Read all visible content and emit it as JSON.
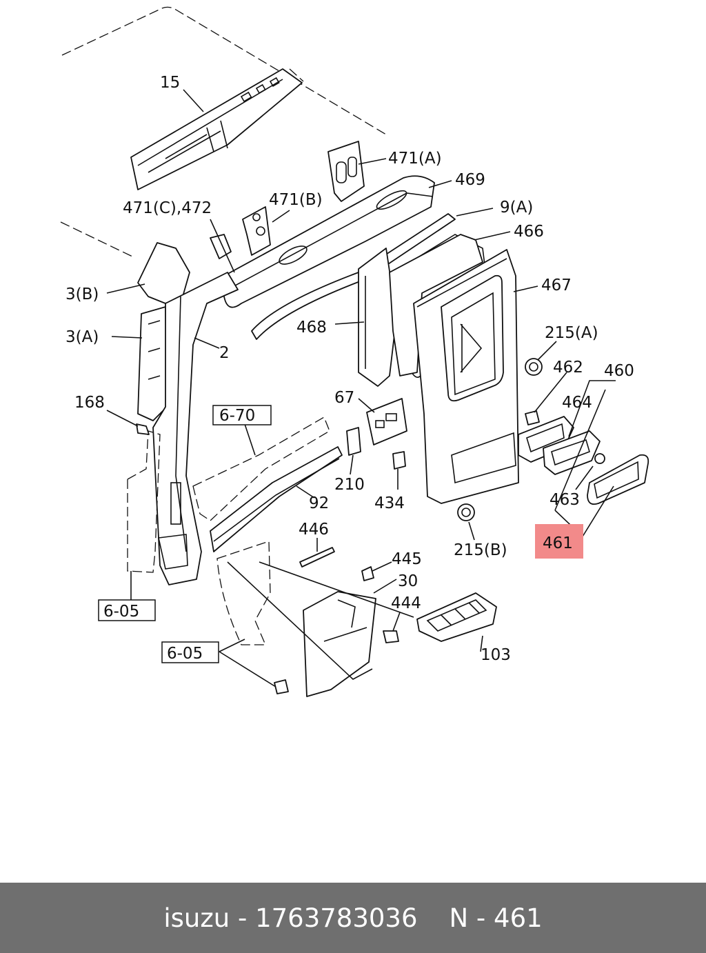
{
  "diagram": {
    "labels": {
      "p15": "15",
      "p471a": "471(A)",
      "p469": "469",
      "p471c": "471(C),472",
      "p471b": "471(B)",
      "p9a": "9(A)",
      "p466": "466",
      "p467": "467",
      "p3b": "3(B)",
      "p3a": "3(A)",
      "p2": "2",
      "p468": "468",
      "p215a": "215(A)",
      "p462": "462",
      "p460": "460",
      "p168": "168",
      "p67": "67",
      "p464": "464",
      "p670": "6-70",
      "p210": "210",
      "p434": "434",
      "p92": "92",
      "p463": "463",
      "p215b": "215(B)",
      "p461": "461",
      "p446": "446",
      "p445": "445",
      "p30": "30",
      "p605a": "6-05",
      "p444": "444",
      "p605b": "6-05",
      "p103": "103"
    },
    "highlight_color": "#f28a8a"
  },
  "footer": {
    "brand": "isuzu",
    "part_number": "1763783036",
    "ref": "N - 461",
    "background": "#6f6f6f"
  }
}
